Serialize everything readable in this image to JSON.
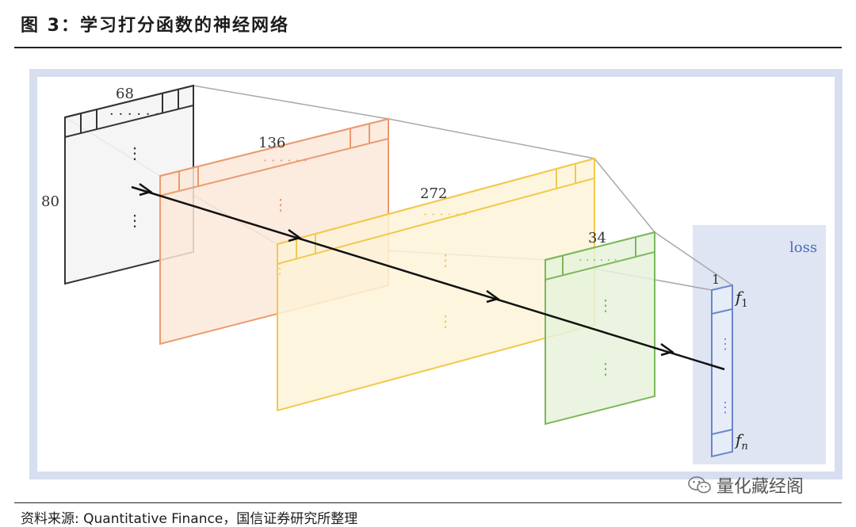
{
  "title": "图 3：学习打分函数的神经网络",
  "source": "资料来源: Quantitative Finance，国信证券研究所整理",
  "watermark": "量化藏经阁",
  "diagram": {
    "layer_labels": {
      "input_width": "68",
      "input_height": "80",
      "layer2": "136",
      "layer3": "272",
      "layer4": "34",
      "output": "1"
    },
    "loss_label": "loss",
    "output_labels": {
      "first": "f",
      "first_sub": "1",
      "last": "f",
      "last_sub": "n"
    },
    "colors": {
      "frame": "#d6deef",
      "loss_panel": "#dfe5f2",
      "input": "#333333",
      "layer2": "#ec9a6c",
      "layer3": "#f2c94c",
      "layer4": "#7cb85a",
      "output": "#6a86cc"
    }
  }
}
